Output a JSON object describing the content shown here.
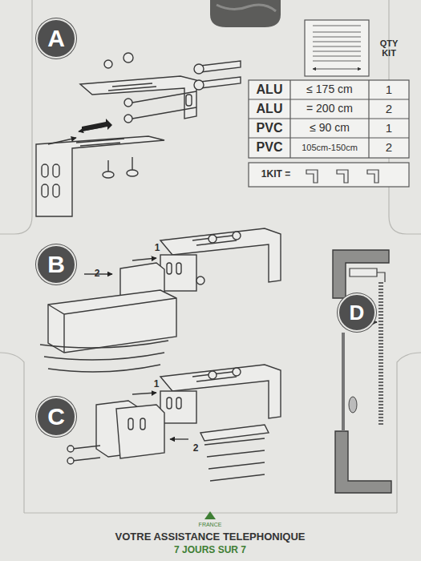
{
  "diagram": {
    "nodes": [
      {
        "text": [
          "A"
        ]
      },
      {
        "text": [
          "B"
        ]
      },
      {
        "text": [
          "C"
        ]
      },
      {
        "text": [
          "D"
        ]
      }
    ],
    "labels": [
      "QTY KIT",
      "ALU",
      "≤ 175 cm",
      "1",
      "ALU",
      "= 200 cm",
      "2",
      "PVC",
      "≤ 90 cm",
      "1",
      "PVC",
      "105cm-150cm",
      "2",
      "1KIT =",
      "1",
      "2",
      "1",
      "2",
      "FRANCE",
      "VOTRE ASSISTANCE TELEPHONIQUE",
      "7 JOURS SUR 7"
    ]
  }
}
